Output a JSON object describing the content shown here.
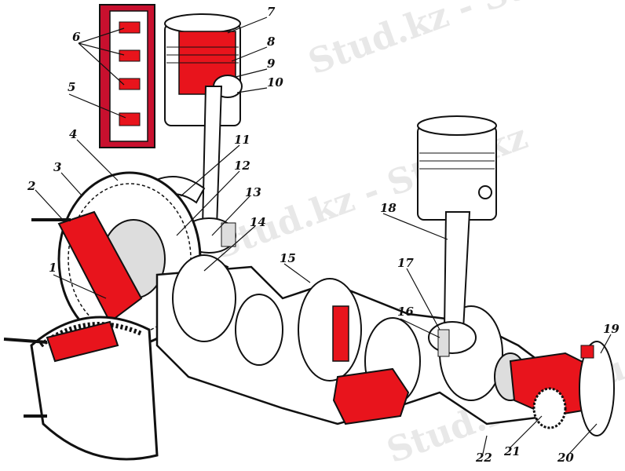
{
  "watermark": "Stud.kz - Stud.kz",
  "colors": {
    "ink": "#111111",
    "highlight": "#e8141c",
    "paper": "#ffffff",
    "shade": "#d9d9d9"
  },
  "callouts": [
    "1",
    "2",
    "3",
    "4",
    "5",
    "6",
    "7",
    "8",
    "9",
    "10",
    "11",
    "12",
    "13",
    "14",
    "15",
    "16",
    "17",
    "18",
    "19",
    "20",
    "21",
    "22"
  ]
}
